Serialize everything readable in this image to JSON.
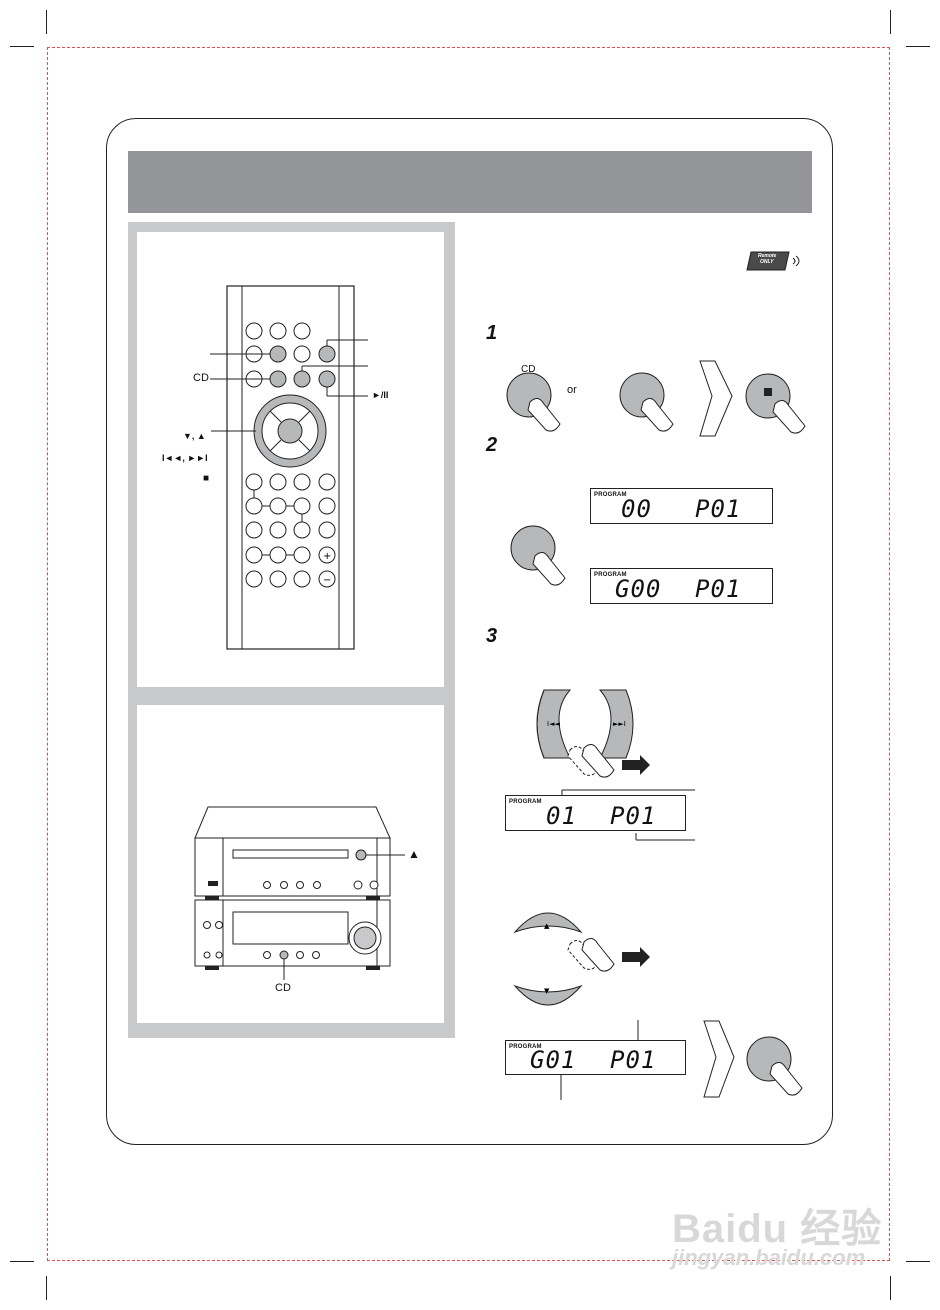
{
  "remote_labels": {
    "cd": "CD",
    "play_pause": "►/II",
    "down_up": "▼, ▲",
    "prev_next": "I◄◄, ►►I",
    "stop": "■"
  },
  "badge": {
    "line1": "Remote",
    "line2": "ONLY"
  },
  "steps": {
    "s1": "1",
    "s2": "2",
    "s3": "3"
  },
  "step1": {
    "cd_label": "CD",
    "or_text": "or"
  },
  "displays": {
    "tag": "PROGRAM",
    "d1": {
      "left": "00",
      "right": "P01"
    },
    "d2": {
      "left": "G00",
      "right": "P01"
    },
    "d3": {
      "left": "01",
      "right": "P01"
    },
    "d4": {
      "left": "G01",
      "right": "P01"
    }
  },
  "unit": {
    "cd_label": "CD",
    "eject": "▲"
  },
  "watermark": {
    "brand": "Baidu 经验",
    "url": "jingyan.baidu.com"
  }
}
